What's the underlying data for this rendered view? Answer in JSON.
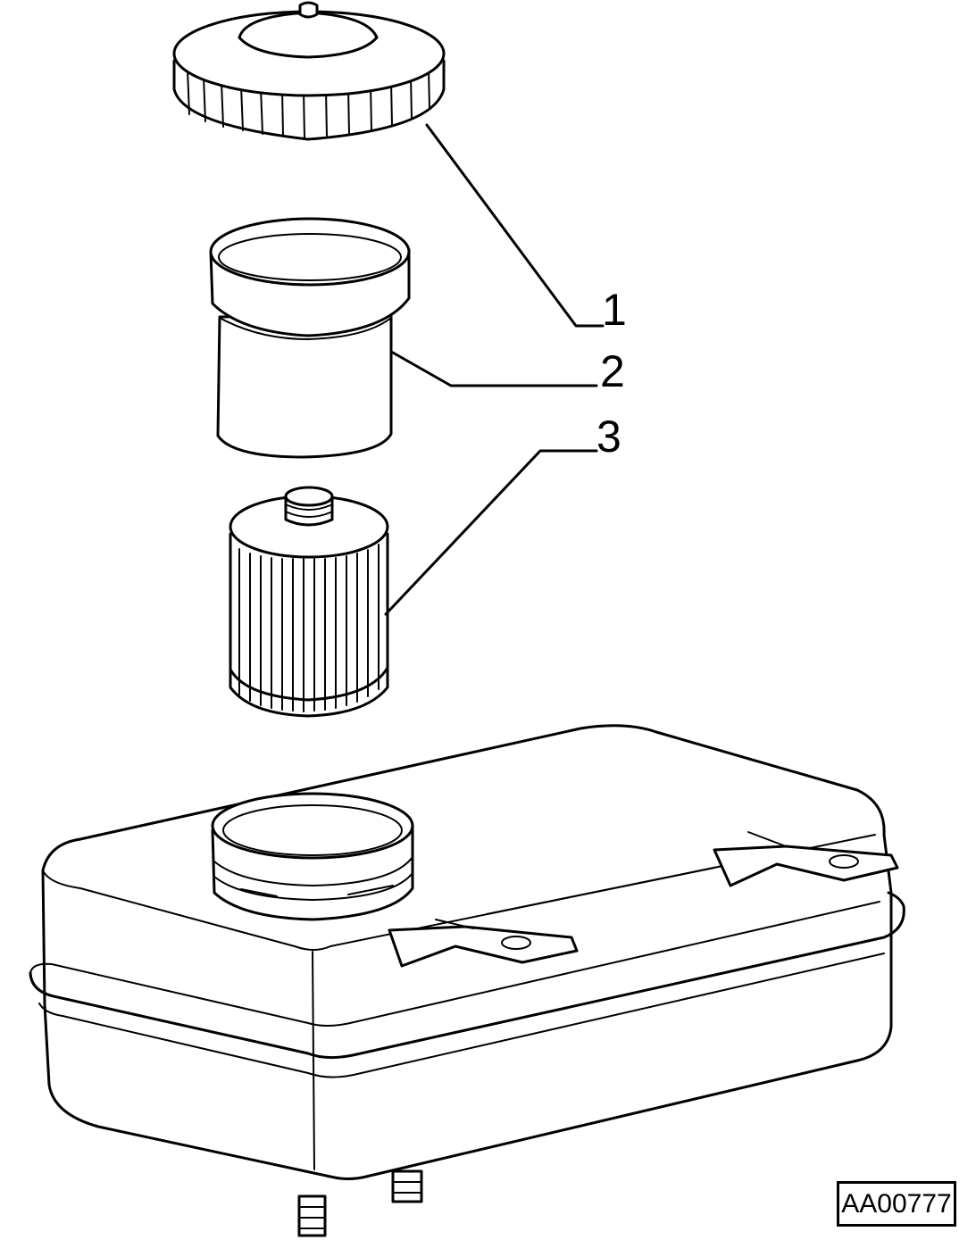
{
  "callouts": [
    {
      "label": "1",
      "part": "reservoir-cap"
    },
    {
      "label": "2",
      "part": "cup-strainer"
    },
    {
      "label": "3",
      "part": "filter-element"
    }
  ],
  "reference_code": "AA00777",
  "colors": {
    "line": "#000000",
    "background": "#ffffff"
  }
}
